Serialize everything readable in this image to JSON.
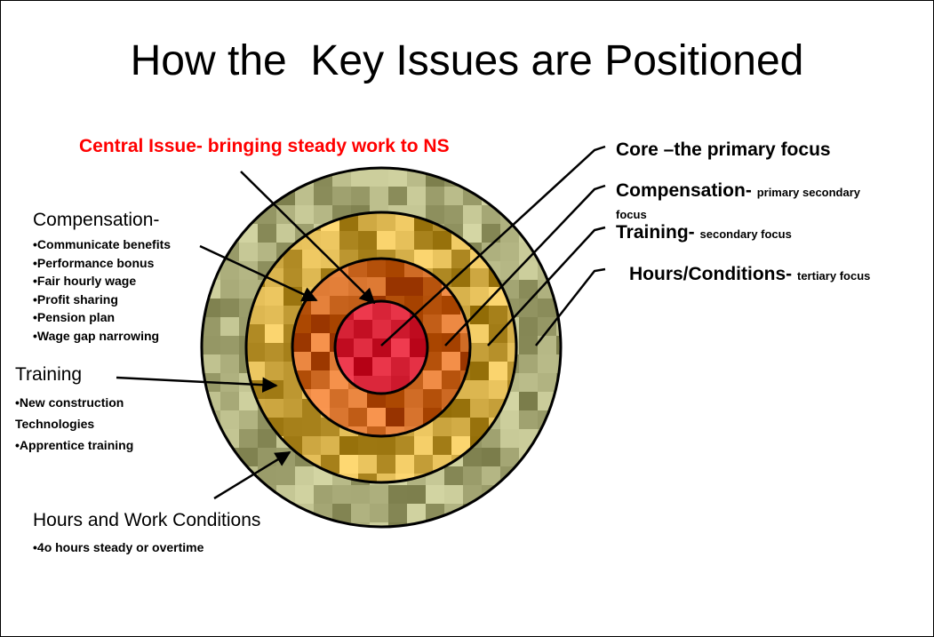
{
  "title": "How the  Key Issues are Positioned",
  "colors": {
    "central_label": "#ff0000",
    "outer_ring": "#a8aa78",
    "compensation_ring": "#c8a23c",
    "training_ring": "#c8641e",
    "core": "#d21e32"
  },
  "central_issue": "Central Issue- bringing steady work to NS",
  "legend": {
    "core": {
      "main": "Core –the primary focus",
      "sub": ""
    },
    "compensation": {
      "main": "Compensation-",
      "sub": "primary secondary",
      "sub2": "focus"
    },
    "training": {
      "main": "Training-",
      "sub": "secondary focus"
    },
    "hours": {
      "main": "Hours/Conditions-",
      "sub": "tertiary focus"
    }
  },
  "compensation": {
    "heading": "Compensation-",
    "items": [
      "•Communicate benefits",
      "•Performance bonus",
      "•Fair hourly wage",
      "•Profit sharing",
      "•Pension plan",
      "•Wage gap narrowing"
    ]
  },
  "training": {
    "heading": "Training",
    "items": [
      "•New construction",
      "Technologies",
      "•Apprentice training"
    ]
  },
  "hours": {
    "heading": "Hours and Work Conditions",
    "items": [
      "•4o hours steady or overtime"
    ]
  }
}
